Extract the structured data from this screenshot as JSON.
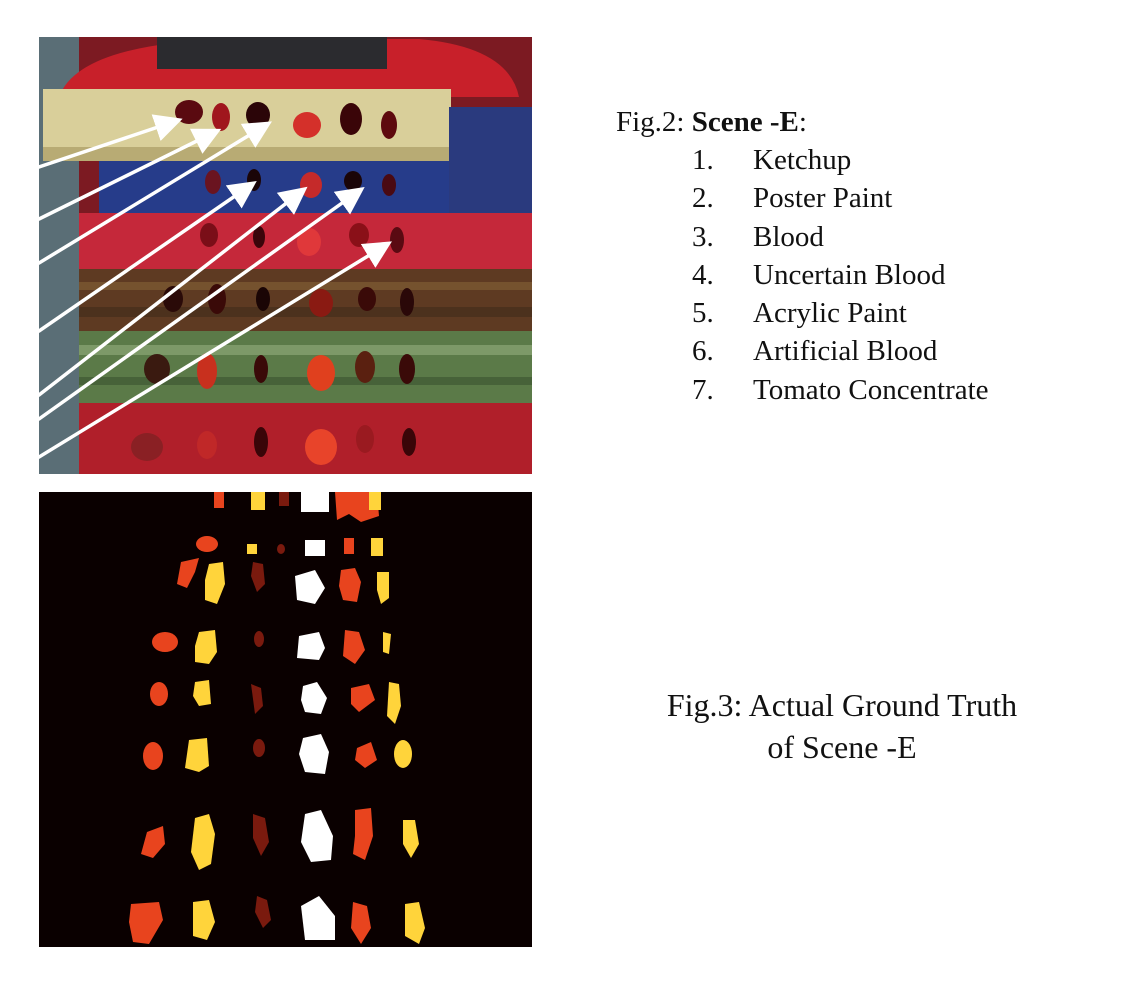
{
  "fig2": {
    "prefix": "Fig.2: ",
    "title": "Scene -E",
    "suffix": ":",
    "items": [
      {
        "num": "1.",
        "label": "Ketchup"
      },
      {
        "num": "2.",
        "label": "Poster Paint"
      },
      {
        "num": "3.",
        "label": "Blood"
      },
      {
        "num": "4.",
        "label": "Uncertain Blood"
      },
      {
        "num": "5.",
        "label": "Acrylic Paint"
      },
      {
        "num": "6.",
        "label": "Artificial Blood"
      },
      {
        "num": "7.",
        "label": "Tomato Concentrate"
      }
    ]
  },
  "fig3": {
    "line1": "Fig.3: Actual Ground Truth",
    "line2": "of Scene -E"
  },
  "colors": {
    "gt_background": "#0a0000",
    "gt_class_red": "#e8441e",
    "gt_class_yellow": "#ffd43b",
    "gt_class_white": "#ffffff",
    "gt_class_dark": "#7a1a0e",
    "annotation_arrow": "#ffffff"
  }
}
